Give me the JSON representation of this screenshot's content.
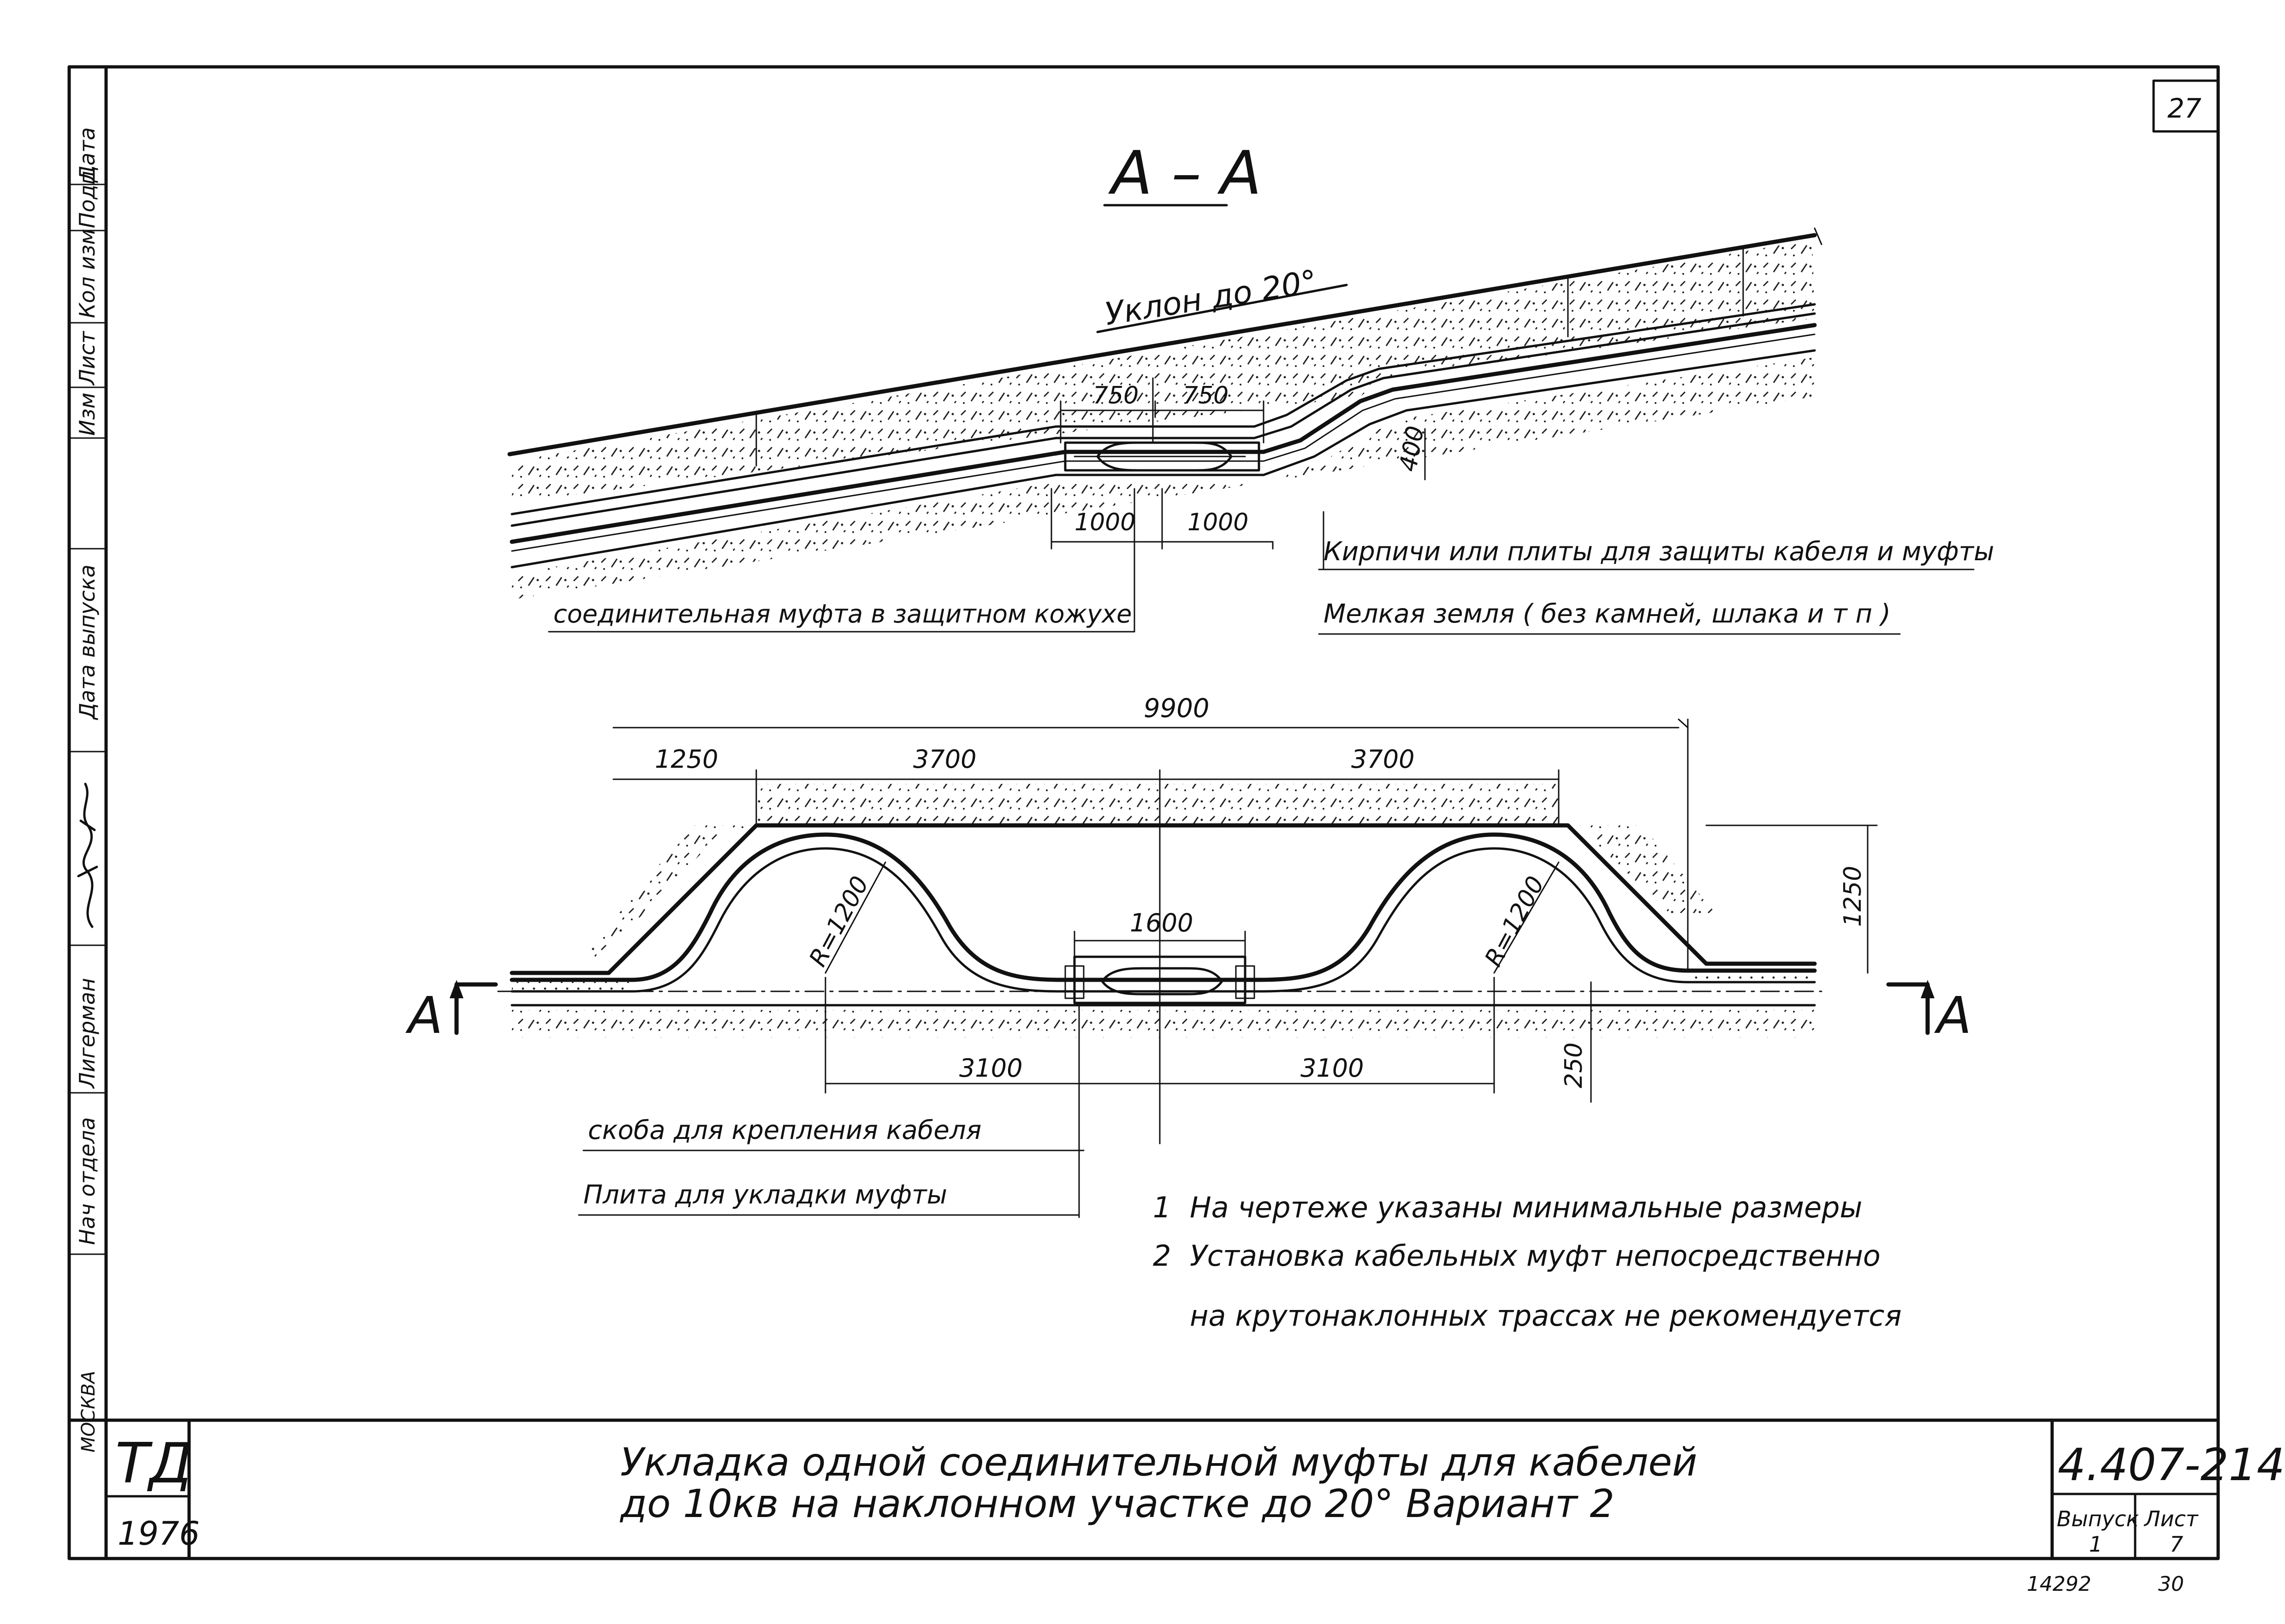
{
  "sheet": {
    "page_number": "27",
    "section_title": "А – А",
    "slope_label": "Уклон до 20°"
  },
  "sidebar": {
    "labels": [
      "Изм",
      "Лист",
      "Кол изм",
      "Подп.",
      "Дата",
      "Дата выпуска",
      "Лигерман",
      "Нач отдела",
      "МОСКВА"
    ]
  },
  "section": {
    "dims": {
      "d750_left": "750",
      "d750_right": "750",
      "d400": "400",
      "d1000_left": "1000",
      "d1000_right": "1000"
    },
    "callouts": {
      "bricks": "Кирпичи или плиты для защиты кабеля и муфты",
      "fine_soil": "Мелкая земля ( без камней, шлака и т п )",
      "coupling": "соединительная муфта в защитном кожухе"
    }
  },
  "plan": {
    "dims": {
      "total": "9900",
      "d1250": "1250",
      "d3700_left": "3700",
      "d3700_right": "3700",
      "d1600": "1600",
      "r_left": "R=1200",
      "r_right": "R=1200",
      "d3100_left": "3100",
      "d3100_right": "3100",
      "d1250_vertical": "1250",
      "d250": "250"
    },
    "cut_left": "А",
    "cut_right": "А",
    "callouts": {
      "bracket": "скоба для крепления кабеля",
      "plate": "Плита для укладки муфты"
    }
  },
  "notes": [
    {
      "num": "1",
      "text": "На чертеже указаны минимальные размеры"
    },
    {
      "num": "2",
      "text": "Установка кабельных муфт непосредственно"
    },
    {
      "num": "",
      "text": "на крутонаклонных трассах не рекомендуется"
    }
  ],
  "title_block": {
    "org": "ТД",
    "year": "1976",
    "title_line1": "Укладка одной соединительной муфты для кабелей",
    "title_line2": "до 10кв на наклонном участке до 20° Вариант 2",
    "doc_code": "4.407-214",
    "vypusk_label": "Выпуск",
    "vypusk_value": "1",
    "list_label": "Лист",
    "list_value": "7",
    "archive_number": "14292",
    "archive_sheet": "30"
  }
}
